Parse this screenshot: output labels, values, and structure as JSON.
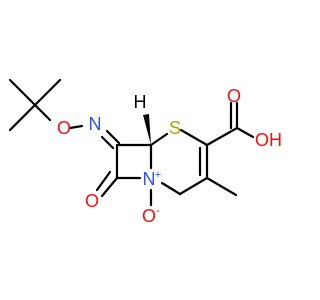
{
  "molecule": {
    "atoms": {
      "ether_oxygen": "O",
      "imine_nitrogen": "N",
      "stereo_hydrogen": "H",
      "sulfur": "S",
      "hydroxyl": "OH",
      "acid_carbonyl_oxygen": "O",
      "ring_nitrogen": "N",
      "ring_nitrogen_charge": "+",
      "lactam_oxygen": "O",
      "n_oxide_oxygen": "O",
      "n_oxide_charge": "-"
    },
    "colors": {
      "bond": "#000000",
      "oxygen": "#ff0d0d",
      "nitrogen": "#3050f8",
      "sulfur": "#b2a200",
      "carbon": "#000000"
    }
  }
}
